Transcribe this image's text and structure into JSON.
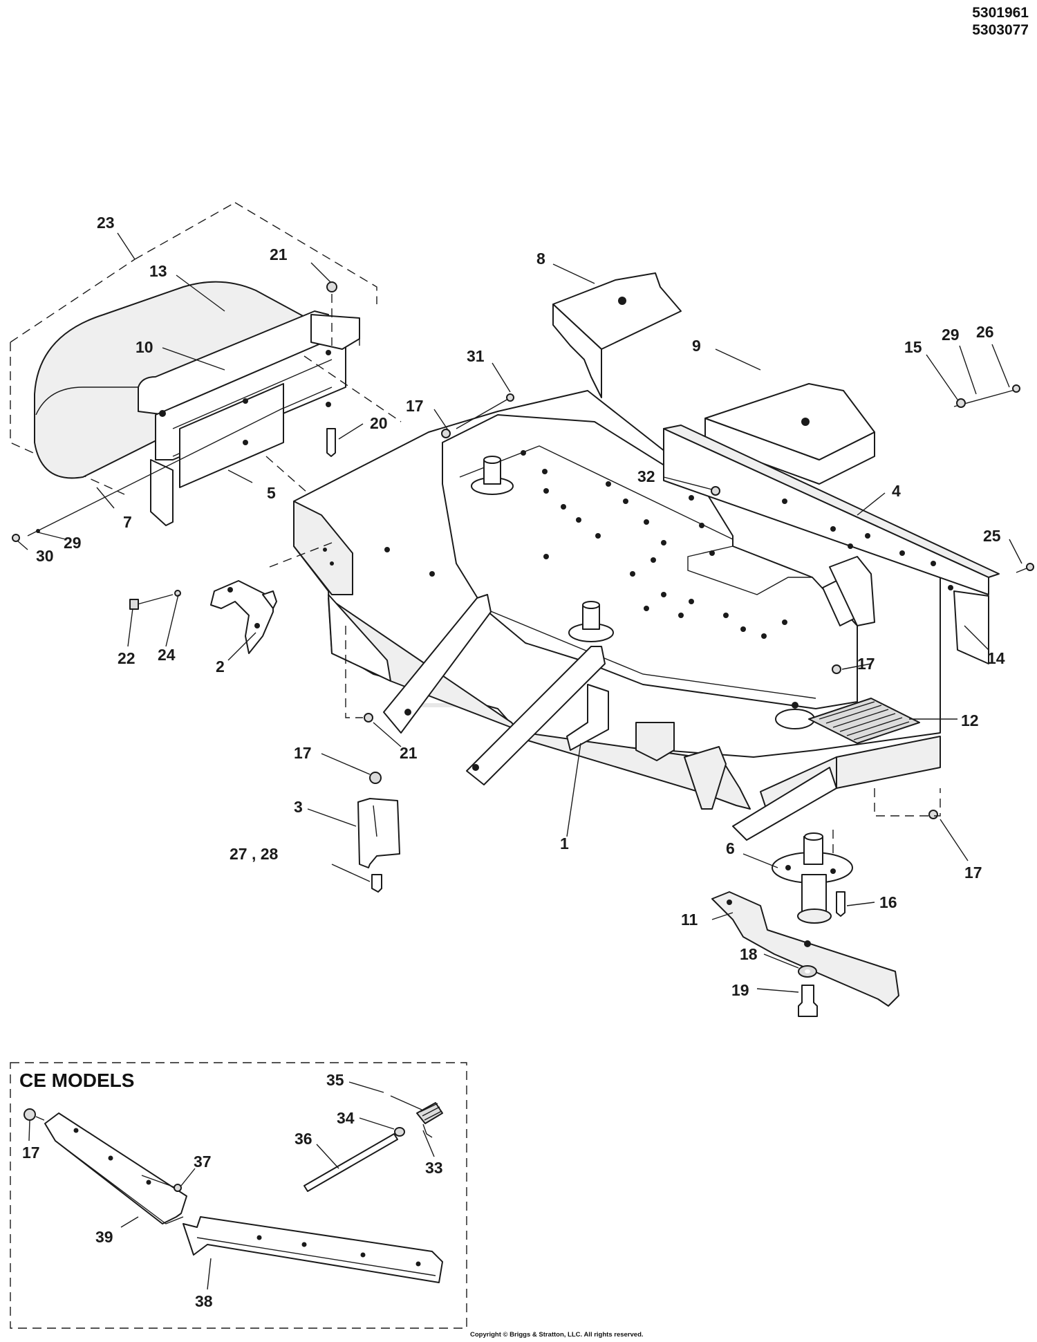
{
  "header": {
    "numbers": [
      "5301961",
      "5303077"
    ]
  },
  "callouts": [
    {
      "id": "c23",
      "text": "23"
    },
    {
      "id": "c21a",
      "text": "21"
    },
    {
      "id": "c13",
      "text": "13"
    },
    {
      "id": "c10",
      "text": "10"
    },
    {
      "id": "c8",
      "text": "8"
    },
    {
      "id": "c9",
      "text": "9"
    },
    {
      "id": "c31",
      "text": "31"
    },
    {
      "id": "c17a",
      "text": "17"
    },
    {
      "id": "c20",
      "text": "20"
    },
    {
      "id": "c15",
      "text": "15"
    },
    {
      "id": "c29a",
      "text": "29"
    },
    {
      "id": "c26",
      "text": "26"
    },
    {
      "id": "c32",
      "text": "32"
    },
    {
      "id": "c4",
      "text": "4"
    },
    {
      "id": "c5",
      "text": "5"
    },
    {
      "id": "c7",
      "text": "7"
    },
    {
      "id": "c29b",
      "text": "29"
    },
    {
      "id": "c30",
      "text": "30"
    },
    {
      "id": "c25",
      "text": "25"
    },
    {
      "id": "c22",
      "text": "22"
    },
    {
      "id": "c24",
      "text": "24"
    },
    {
      "id": "c2",
      "text": "2"
    },
    {
      "id": "c17b",
      "text": "17"
    },
    {
      "id": "c14",
      "text": "14"
    },
    {
      "id": "c12",
      "text": "12"
    },
    {
      "id": "c21b",
      "text": "21"
    },
    {
      "id": "c17c",
      "text": "17"
    },
    {
      "id": "c3",
      "text": "3"
    },
    {
      "id": "c1",
      "text": "1"
    },
    {
      "id": "c27",
      "text": "27 , 28"
    },
    {
      "id": "c6",
      "text": "6"
    },
    {
      "id": "c17d",
      "text": "17"
    },
    {
      "id": "c16",
      "text": "16"
    },
    {
      "id": "c11",
      "text": "11"
    },
    {
      "id": "c18",
      "text": "18"
    },
    {
      "id": "c19",
      "text": "19"
    }
  ],
  "ce_box": {
    "title": "CE MODELS",
    "callouts": [
      {
        "id": "c35",
        "text": "35"
      },
      {
        "id": "c34",
        "text": "34"
      },
      {
        "id": "c36",
        "text": "36"
      },
      {
        "id": "c33",
        "text": "33"
      },
      {
        "id": "c17e",
        "text": "17"
      },
      {
        "id": "c37",
        "text": "37"
      },
      {
        "id": "c39",
        "text": "39"
      },
      {
        "id": "c38",
        "text": "38"
      }
    ]
  },
  "watermark": {
    "icon": "briggs-stratton-logo-icon"
  },
  "footer": {
    "copyright": "Copyright © Briggs & Stratton, LLC. All rights reserved."
  }
}
